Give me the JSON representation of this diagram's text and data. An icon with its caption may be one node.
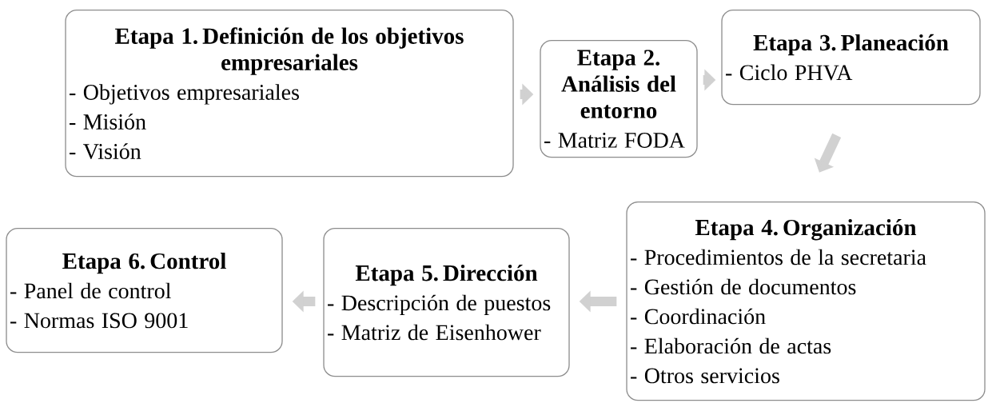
{
  "diagram": {
    "nodes": [
      {
        "text": [
          "Etapa 1. Definición de los objetivos empresariales",
          "- Objetivos empresariales",
          "- Misión",
          "- Visión"
        ]
      },
      {
        "text": [
          "Etapa 2. Análisis del entorno",
          "- Matriz FODA"
        ]
      },
      {
        "text": [
          "Etapa 3. Planeación",
          "- Ciclo PHVA"
        ]
      },
      {
        "text": [
          "Etapa 4. Organización",
          "- Procedimientos de la secretaria",
          "- Gestión de documentos",
          "- Coordinación",
          "- Elaboración de actas",
          "- Otros servicios"
        ]
      },
      {
        "text": [
          "Etapa 5. Dirección",
          "- Descripción de puestos",
          "- Matriz de Eisenhower"
        ]
      },
      {
        "text": [
          "Etapa 6. Control",
          "- Panel de control",
          "- Normas ISO 9001"
        ]
      }
    ],
    "edges": [
      {
        "from": 0,
        "to": 1,
        "arrow": "to"
      },
      {
        "from": 1,
        "to": 2,
        "arrow": "to"
      },
      {
        "from": 2,
        "to": 3,
        "arrow": "to"
      },
      {
        "from": 3,
        "to": 4,
        "arrow": "to"
      },
      {
        "from": 4,
        "to": 5,
        "arrow": "to"
      }
    ]
  }
}
